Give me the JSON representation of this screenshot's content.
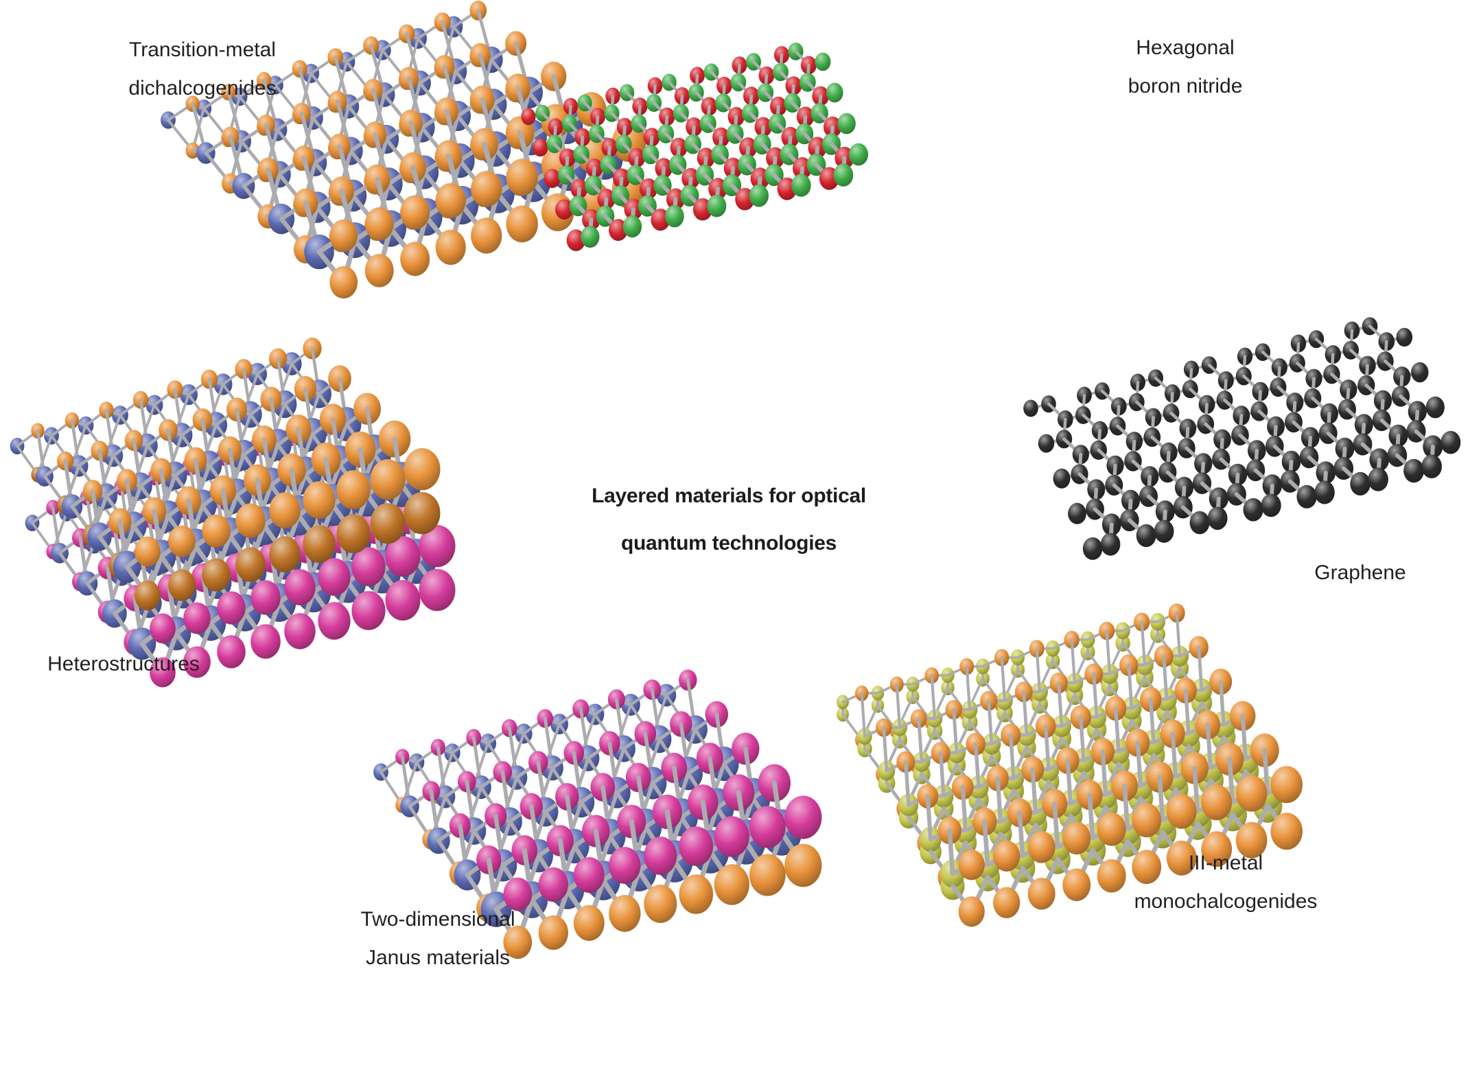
{
  "figure": {
    "title_lines": [
      "Layered materials for optical",
      "quantum technologies"
    ],
    "background_color": "#ffffff",
    "bond_color": "#acacb0",
    "text_color": "#231f20"
  },
  "structures": [
    {
      "id": "tmd",
      "label_lines": [
        "Transition-metal",
        "dichalcogenides"
      ],
      "atom_colors": {
        "top_chalcogen": "#e8923a",
        "metal": "#5b6ab4",
        "bottom_chalcogen": "#e8923a"
      }
    },
    {
      "id": "hbn",
      "label_lines": [
        "Hexagonal",
        "boron nitride"
      ],
      "atom_colors": {
        "sublattice_a": "#d5252e",
        "sublattice_b": "#3fae49"
      }
    },
    {
      "id": "graphene",
      "label_lines": [
        "Graphene"
      ],
      "atom_colors": {
        "carbon": "#2e2e2e"
      }
    },
    {
      "id": "hetero",
      "label_lines": [
        "Heterostructures"
      ],
      "atom_colors": {
        "upper_chalcogen": "#e8923a",
        "upper_metal": "#5b6ab4",
        "upper_bottom_chalcogen": "#bf7427",
        "lower_chalcogen": "#d63c9c",
        "lower_metal": "#5b6ab4"
      }
    },
    {
      "id": "janus",
      "label_lines": [
        "Two-dimensional",
        "Janus materials"
      ],
      "atom_colors": {
        "top_chalcogen": "#d63c9c",
        "metal": "#5b6ab4",
        "bottom_chalcogen": "#e8923a"
      }
    },
    {
      "id": "iii",
      "label_lines": [
        "III-metal",
        "monochalcogenides"
      ],
      "atom_colors": {
        "chalcogen": "#e8923a",
        "metal": "#c5c84e"
      }
    }
  ]
}
